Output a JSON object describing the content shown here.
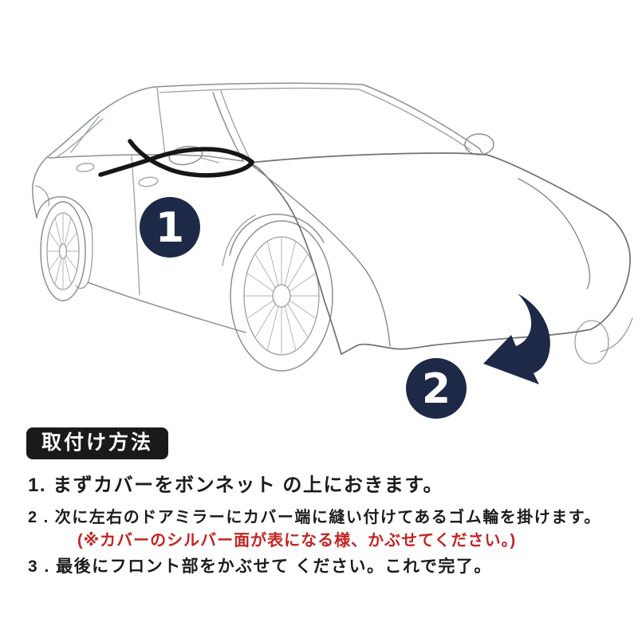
{
  "diagram": {
    "step1_marker": "1",
    "step2_marker": "2",
    "colors": {
      "navy": "#1d2947",
      "cover_gray": "#d3d4d6",
      "outline_gray": "#9aa0a6",
      "band_black": "#161616",
      "badge_bg": "#1a1a1a",
      "note_red": "#c42323"
    }
  },
  "instructions": {
    "badge": "取付け方法",
    "steps": [
      {
        "text": "1. まずカバーをボンネット の上におきます。",
        "color": "black"
      },
      {
        "text": "2 . 次に左右のドアミラーにカバー端に縫い付けてあるゴム輪を掛けます。",
        "color": "black"
      },
      {
        "text": "(※カバーのシルバー面が表になる様、かぶせてください。)",
        "color": "red"
      },
      {
        "text": "3 . 最後にフロント部をかぶせて ください。これで完了。",
        "color": "black"
      }
    ]
  }
}
